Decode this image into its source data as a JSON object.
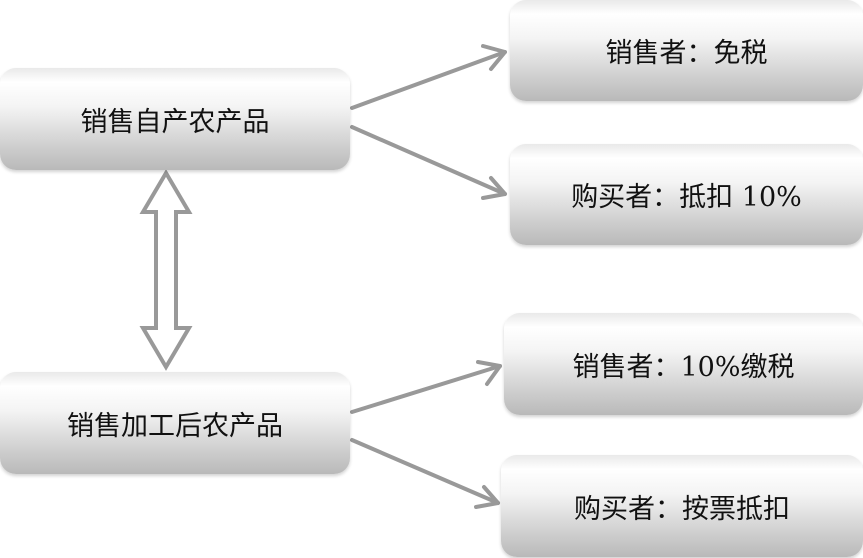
{
  "nodes": {
    "sell_own": "销售自产农产品",
    "sell_processed": "销售加工后农产品",
    "seller_exempt": "销售者：免税",
    "buyer_deduct_10": "购买者：抵扣 10%",
    "seller_pay_tax": "销售者：10%缴税",
    "buyer_invoice_deduct": "购买者：按票抵扣"
  },
  "colors": {
    "arrow": "#999999",
    "box_light": "#ffffff",
    "box_dark": "#b9b9b9"
  }
}
